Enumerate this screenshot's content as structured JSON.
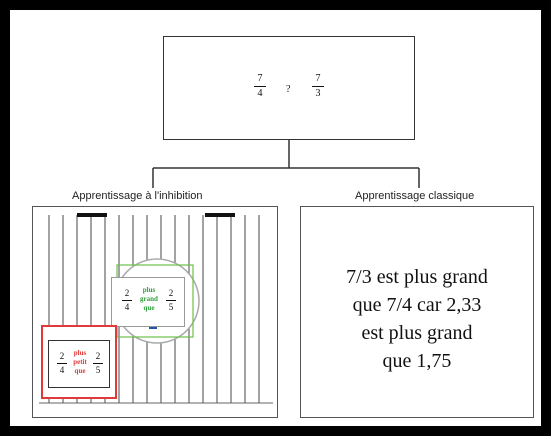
{
  "top_comparison": {
    "left_fraction": {
      "numerator": "7",
      "denominator": "4"
    },
    "operator": "?",
    "right_fraction": {
      "numerator": "7",
      "denominator": "3"
    }
  },
  "inhibition": {
    "label": "Apprentissage à l'inhibition",
    "green_card": {
      "left_fraction": {
        "numerator": "2",
        "denominator": "4"
      },
      "words": [
        "plus",
        "grand",
        "que"
      ],
      "right_fraction": {
        "numerator": "2",
        "denominator": "5"
      },
      "word_color": "#2e9e3a"
    },
    "red_card": {
      "left_fraction": {
        "numerator": "2",
        "denominator": "4"
      },
      "words": [
        "plus",
        "petit",
        "que"
      ],
      "right_fraction": {
        "numerator": "2",
        "denominator": "5"
      },
      "word_color": "#e03a3a"
    },
    "colors": {
      "red": "#e03a3a",
      "green": "#6cc04a",
      "stripes": "#666666"
    }
  },
  "classic": {
    "label": "Apprentissage classique",
    "text_lines": [
      "7/3 est plus grand",
      "que 7/4 car 2,33",
      "est plus grand",
      "que 1,75"
    ]
  }
}
